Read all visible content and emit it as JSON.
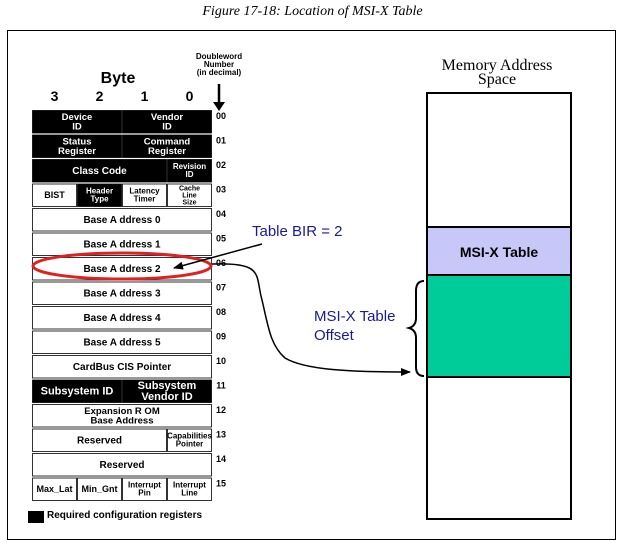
{
  "caption": "Figure 17-18: Location of MSI-X Table",
  "byte_header": {
    "title": "Byte",
    "columns": [
      "3",
      "2",
      "1",
      "0"
    ]
  },
  "dword_header": [
    "Doubleword",
    "Number",
    "(in decimal)"
  ],
  "dword_numbers": [
    "00",
    "01",
    "02",
    "03",
    "04",
    "05",
    "06",
    "07",
    "08",
    "09",
    "10",
    "11",
    "12",
    "13",
    "14",
    "15"
  ],
  "rows": [
    {
      "cells": [
        {
          "text": [
            "Device",
            "ID"
          ],
          "span": 2,
          "dark": true
        },
        {
          "text": [
            "Vendor",
            "ID"
          ],
          "span": 2,
          "dark": true
        }
      ]
    },
    {
      "cells": [
        {
          "text": [
            "Status",
            "Register"
          ],
          "span": 2,
          "dark": true
        },
        {
          "text": [
            "Command",
            "Register"
          ],
          "span": 2,
          "dark": true
        }
      ]
    },
    {
      "cells": [
        {
          "text": [
            "Class Code"
          ],
          "span": 3,
          "dark": true
        },
        {
          "text": [
            "Revision",
            "ID"
          ],
          "span": 1,
          "dark": true
        }
      ]
    },
    {
      "cells": [
        {
          "text": [
            "BIST"
          ],
          "span": 1,
          "dark": false
        },
        {
          "text": [
            "Header",
            "Type"
          ],
          "span": 1,
          "dark": true
        },
        {
          "text": [
            "Latency",
            "Timer"
          ],
          "span": 1,
          "dark": false
        },
        {
          "text": [
            "Cache",
            "Line",
            "Size"
          ],
          "span": 1,
          "dark": false
        }
      ]
    },
    {
      "cells": [
        {
          "text": [
            "Base A ddress 0"
          ],
          "span": 4,
          "dark": false
        }
      ]
    },
    {
      "cells": [
        {
          "text": [
            "Base A ddress 1"
          ],
          "span": 4,
          "dark": false
        }
      ]
    },
    {
      "cells": [
        {
          "text": [
            "Base A ddress 2"
          ],
          "span": 4,
          "dark": false
        }
      ]
    },
    {
      "cells": [
        {
          "text": [
            "Base A ddress 3"
          ],
          "span": 4,
          "dark": false
        }
      ]
    },
    {
      "cells": [
        {
          "text": [
            "Base A ddress 4"
          ],
          "span": 4,
          "dark": false
        }
      ]
    },
    {
      "cells": [
        {
          "text": [
            "Base A ddress 5"
          ],
          "span": 4,
          "dark": false
        }
      ]
    },
    {
      "cells": [
        {
          "text": [
            "CardBus CIS Pointer"
          ],
          "span": 4,
          "dark": false
        }
      ]
    },
    {
      "cells": [
        {
          "text": [
            "Subsystem ID"
          ],
          "span": 2,
          "dark": true
        },
        {
          "text": [
            "Subsystem",
            "Vendor ID"
          ],
          "span": 2,
          "dark": true
        }
      ]
    },
    {
      "cells": [
        {
          "text": [
            "Expansion R OM",
            "Base Address"
          ],
          "span": 4,
          "dark": false
        }
      ]
    },
    {
      "cells": [
        {
          "text": [
            "Reserved"
          ],
          "span": 3,
          "dark": false
        },
        {
          "text": [
            "Capabilities",
            "Pointer"
          ],
          "span": 1,
          "dark": false
        }
      ]
    },
    {
      "cells": [
        {
          "text": [
            "Reserved"
          ],
          "span": 4,
          "dark": false
        }
      ]
    },
    {
      "cells": [
        {
          "text": [
            "Max_Lat"
          ],
          "span": 1,
          "dark": false
        },
        {
          "text": [
            "Min_Gnt"
          ],
          "span": 1,
          "dark": false
        },
        {
          "text": [
            "Interrupt",
            "Pin"
          ],
          "span": 1,
          "dark": false
        },
        {
          "text": [
            "Interrupt",
            "Line"
          ],
          "span": 1,
          "dark": false
        }
      ]
    }
  ],
  "highlighted_row": 6,
  "annotations": {
    "table_bir": "Table BIR = 2",
    "offset": [
      "MSI-X Table",
      "Offset"
    ]
  },
  "memory": {
    "title": [
      "Memory Address",
      "Space"
    ],
    "msix_label": "MSI-X Table",
    "colors": {
      "msix": "#c8c8f8",
      "offset_region": "#00cc99",
      "annotation": "#1a1a99",
      "highlight_ellipse": "#e02020"
    }
  },
  "legend": "Required configuration registers"
}
